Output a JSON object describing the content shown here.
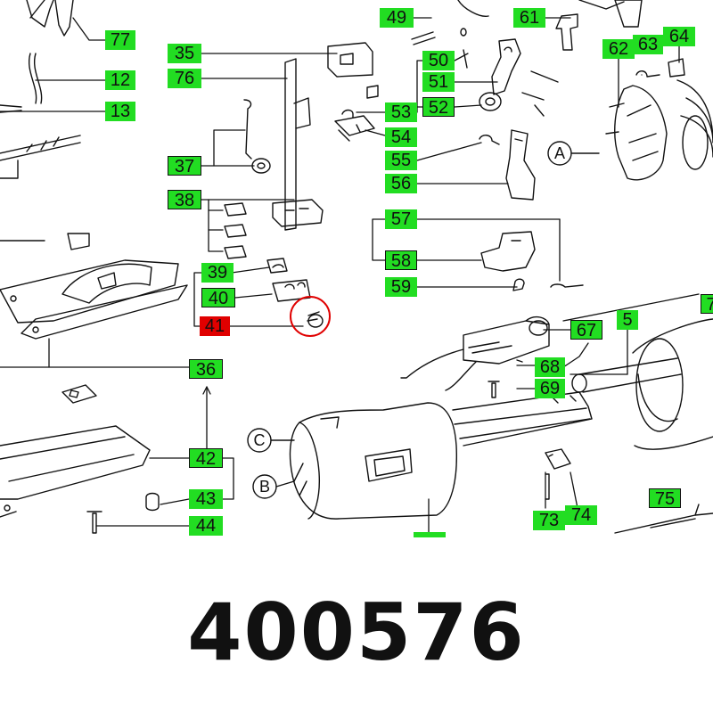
{
  "part_number": "400576",
  "highlighted_label": "41",
  "colors": {
    "label_bg": "#22dd22",
    "highlight_bg": "#e00000",
    "highlight_ring": "#e00000",
    "line": "#111111"
  },
  "callouts": [
    {
      "key": "77",
      "text": "77"
    },
    {
      "key": "12",
      "text": "12"
    },
    {
      "key": "13",
      "text": "13"
    },
    {
      "key": "35",
      "text": "35"
    },
    {
      "key": "76",
      "text": "76"
    },
    {
      "key": "37",
      "text": "37"
    },
    {
      "key": "38",
      "text": "38"
    },
    {
      "key": "39",
      "text": "39"
    },
    {
      "key": "40",
      "text": "40"
    },
    {
      "key": "41",
      "text": "41"
    },
    {
      "key": "36",
      "text": "36"
    },
    {
      "key": "42",
      "text": "42"
    },
    {
      "key": "43",
      "text": "43"
    },
    {
      "key": "44",
      "text": "44"
    },
    {
      "key": "49",
      "text": "49"
    },
    {
      "key": "50",
      "text": "50"
    },
    {
      "key": "51",
      "text": "51"
    },
    {
      "key": "52",
      "text": "52"
    },
    {
      "key": "53",
      "text": "53"
    },
    {
      "key": "54",
      "text": "54"
    },
    {
      "key": "55",
      "text": "55"
    },
    {
      "key": "56",
      "text": "56"
    },
    {
      "key": "57",
      "text": "57"
    },
    {
      "key": "58",
      "text": "58"
    },
    {
      "key": "59",
      "text": "59"
    },
    {
      "key": "61",
      "text": "61"
    },
    {
      "key": "62",
      "text": "62"
    },
    {
      "key": "63",
      "text": "63"
    },
    {
      "key": "64",
      "text": "64"
    },
    {
      "key": "5",
      "text": "5"
    },
    {
      "key": "7",
      "text": "7"
    },
    {
      "key": "67",
      "text": "67"
    },
    {
      "key": "68",
      "text": "68"
    },
    {
      "key": "69",
      "text": "69"
    },
    {
      "key": "73",
      "text": "73"
    },
    {
      "key": "74",
      "text": "74"
    },
    {
      "key": "75",
      "text": "75"
    }
  ],
  "view_markers": [
    "A",
    "B",
    "C"
  ]
}
